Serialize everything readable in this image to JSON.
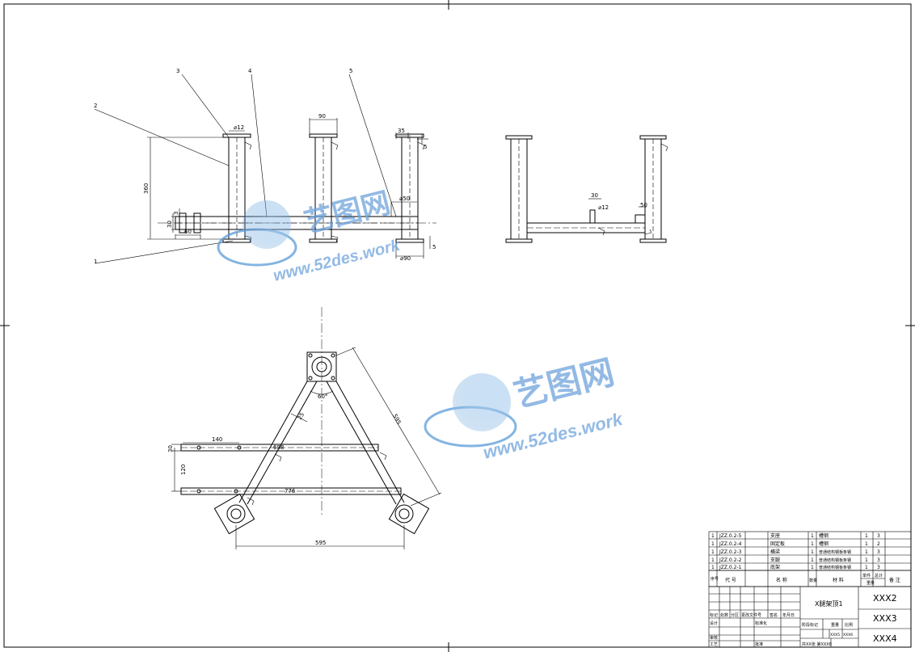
{
  "drawing": {
    "front_view": {
      "callouts": [
        "1",
        "2",
        "3",
        "4",
        "5"
      ],
      "dims": {
        "d_phi12": "⌀12",
        "d_90_top": "90",
        "d_35": "35",
        "d_5_top": "5",
        "d_360": "360",
        "d_3": "3",
        "d_30": "30",
        "d_60": "60",
        "d_phi50": "⌀50",
        "d_phi90": "⌀90",
        "d_5_bot": "5"
      }
    },
    "side_view": {
      "dims": {
        "d_30": "30",
        "d_phi12": "⌀12",
        "d_50": "50"
      }
    },
    "plan_view": {
      "dims": {
        "d_140": "140",
        "d_688": "688",
        "d_30": "30",
        "d_120": "120",
        "d_776": "776",
        "d_595_diag": "595",
        "d_25": "25",
        "d_60deg": "60°",
        "d_595_bottom": "595"
      }
    }
  },
  "bom": {
    "rows": [
      {
        "no": "1",
        "code": "JZZ.0.2-5",
        "name": "支座",
        "qty": "1",
        "material": "槽钢",
        "w1": "1",
        "w2": "3"
      },
      {
        "no": "1",
        "code": "JZZ.0.2-4",
        "name": "固定板",
        "qty": "1",
        "material": "槽钢",
        "w1": "1",
        "w2": "2"
      },
      {
        "no": "1",
        "code": "JZZ.0.2-3",
        "name": "横梁",
        "qty": "1",
        "material": "普通结构钢板条钢",
        "w1": "1",
        "w2": "3"
      },
      {
        "no": "1",
        "code": "JZZ.0.2-2",
        "name": "支腿",
        "qty": "1",
        "material": "普通结构钢板条钢",
        "w1": "1",
        "w2": "3"
      },
      {
        "no": "1",
        "code": "JZZ.0.2-1",
        "name": "底架",
        "qty": "1",
        "material": "普通结构钢板条钢",
        "w1": "1",
        "w2": "3"
      }
    ],
    "header": {
      "no": "序号",
      "code": "代 号",
      "name": "名 称",
      "qty": "数量",
      "material": "材 料",
      "unit_weight": "单件",
      "total_weight": "总计",
      "weight": "重量",
      "remarks": "备 注"
    }
  },
  "title_block": {
    "drawing_name": "X腿架顶1",
    "material_cell": "XXX2",
    "company_cell": "XXX3",
    "drawing_no_cell": "XXX4",
    "revision_headers": [
      "标记",
      "处数",
      "分区",
      "更改文件号",
      "签名",
      "年月日"
    ],
    "designer_label": "设计",
    "standardize_label": "标准化",
    "checker_label": "审核",
    "process_label": "工艺",
    "approve_label": "批准",
    "stage_label": "阶段标记",
    "weight_label": "重量",
    "scale_label": "比例",
    "weight_value": "XXX5",
    "scale_value": "XXX6",
    "sheets_text": "共XX张 第XXX8"
  },
  "watermark": {
    "brand": "艺图网",
    "url": "www.52des.work"
  }
}
